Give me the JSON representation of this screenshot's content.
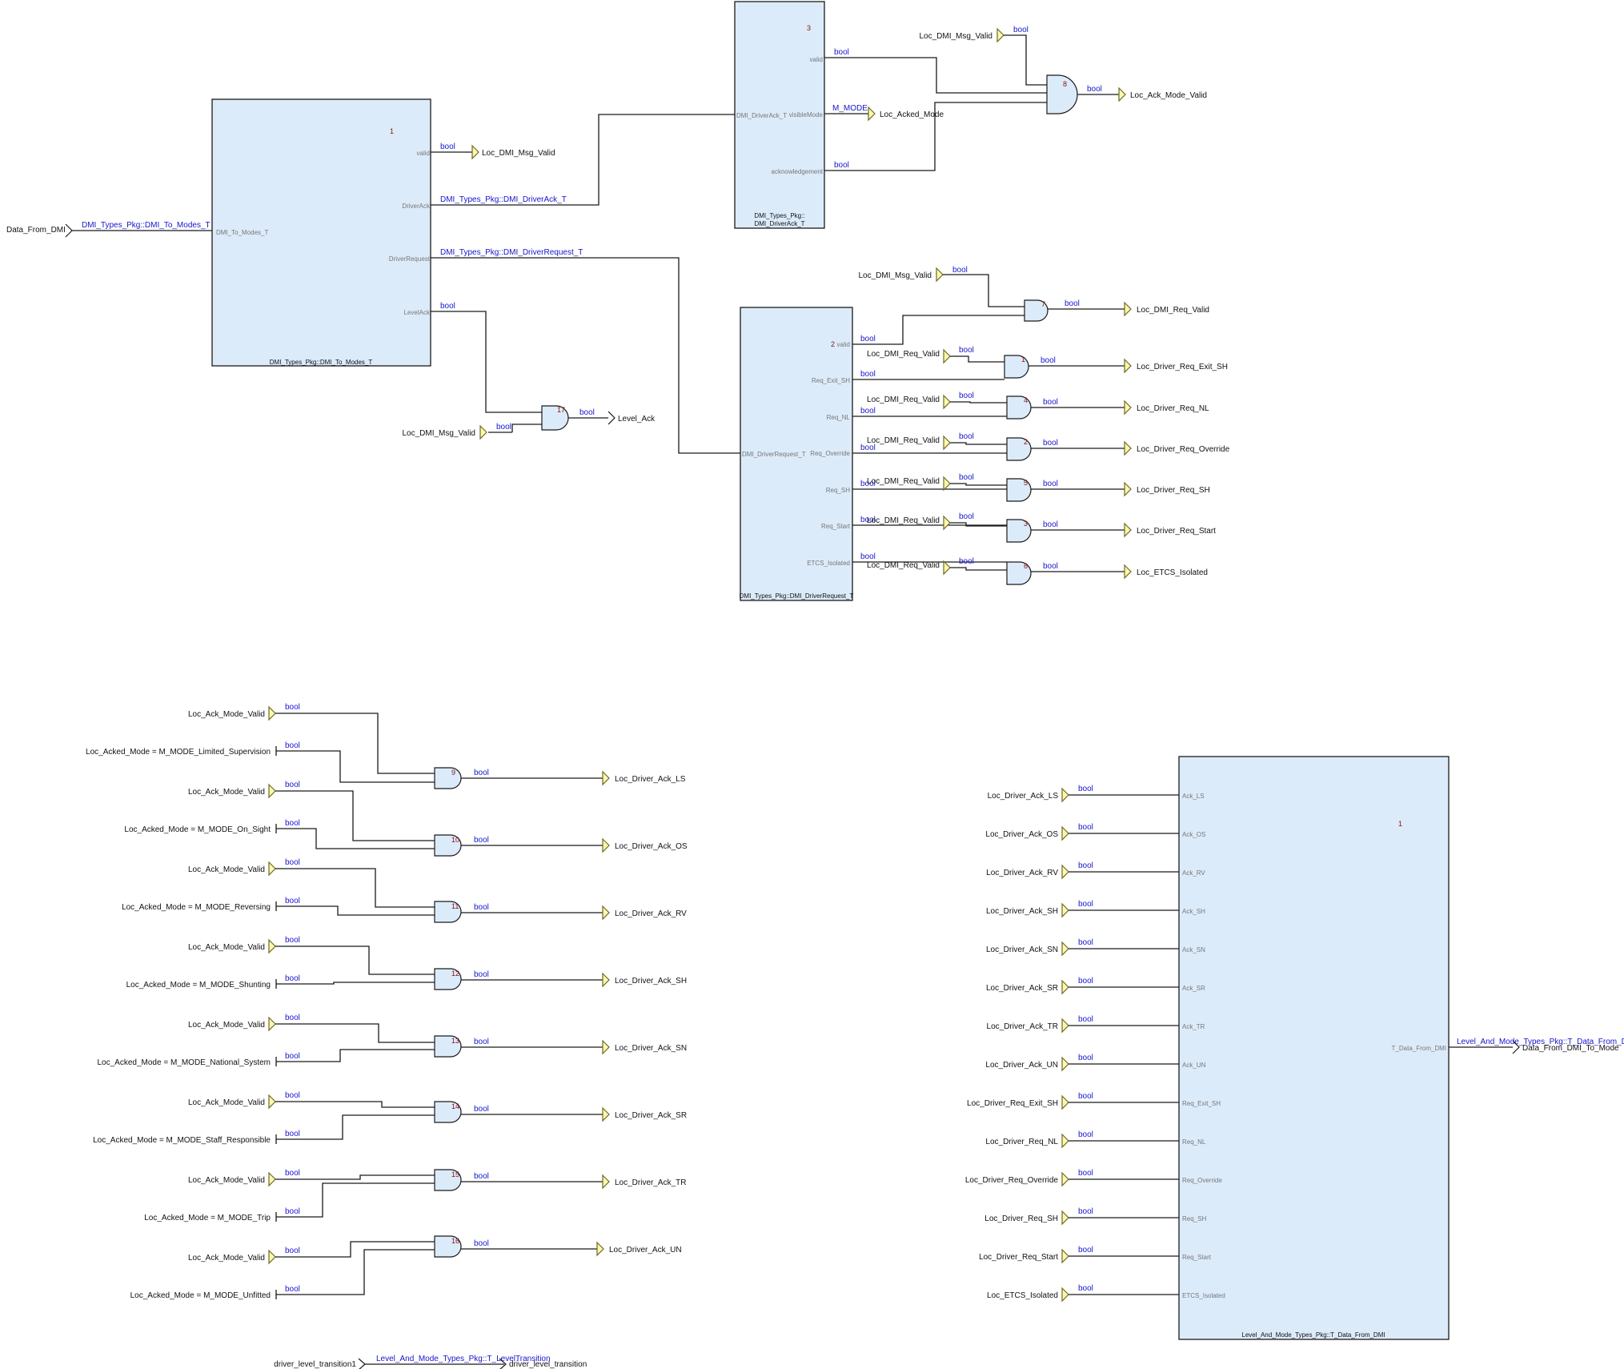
{
  "colors": {
    "block_fill": "#dcebfa",
    "flow_type": "#1515cc",
    "instance_number": "#8a1010",
    "port_label": "#777777",
    "terminator_fill": "#fff7b0"
  },
  "inputs": {
    "data_from_dmi": "Data_From_DMI",
    "driver_level_transition1": "driver_level_transition1"
  },
  "types": {
    "to_modes": "DMI_Types_Pkg::DMI_To_Modes_T",
    "driver_ack": "DMI_Types_Pkg::DMI_DriverAck_T",
    "driver_request": "DMI_Types_Pkg::DMI_DriverRequest_T",
    "bool": "bool",
    "m_mode": "M_MODE",
    "level_transition": "Level_And_Mode_Types_Pkg::T_LevelTransition",
    "t_data_from_dmi": "Level_And_Mode_Types_Pkg::T_Data_From_DMI"
  },
  "block1": {
    "number": "1",
    "name": "DMI_Types_Pkg::DMI_To_Modes_T",
    "in_port": "DMI_To_Modes_T",
    "out_ports": [
      "valid",
      "DriverAck",
      "DriverRequest",
      "LevelAck"
    ]
  },
  "block3": {
    "number": "3",
    "name": [
      "DMI_Types_Pkg::",
      "DMI_DriverAck_T"
    ],
    "in_port": "DMI_DriverAck_T",
    "out_ports": [
      "valid",
      "visibleMode",
      "acknowledgement"
    ]
  },
  "block2": {
    "number": "2",
    "name": "DMI_Types_Pkg::DMI_DriverRequest_T",
    "in_port": "DMI_DriverRequest_T",
    "out_ports": [
      "valid",
      "Req_Exit_SH",
      "Req_NL",
      "Req_Override",
      "Req_SH",
      "Req_Start",
      "ETCS_Isolated"
    ]
  },
  "block_out": {
    "number": "1",
    "name": "Level_And_Mode_Types_Pkg::T_Data_From_DMI",
    "in_ports": [
      "Ack_LS",
      "Ack_OS",
      "Ack_RV",
      "Ack_SH",
      "Ack_SN",
      "Ack_SR",
      "Ack_TR",
      "Ack_UN",
      "Req_Exit_SH",
      "Req_NL",
      "Req_Override",
      "Req_SH",
      "Req_Start",
      "ETCS_Isolated"
    ],
    "out_port": "T_Data_From_DMI"
  },
  "locals": {
    "msg_valid": "Loc_DMI_Msg_Valid",
    "acked_mode": "Loc_Acked_Mode",
    "ack_mode_valid": "Loc_Ack_Mode_Valid",
    "level_ack": "Level_Ack",
    "req_valid": "Loc_DMI_Req_Valid"
  },
  "gate_numbers": {
    "g8": "8",
    "g17": "17",
    "g7": "7",
    "g1": "1",
    "g4": "4",
    "g2": "2",
    "g5": "5",
    "g3": "3",
    "g6": "6"
  },
  "req_outputs": [
    "Loc_Driver_Req_Exit_SH",
    "Loc_Driver_Req_NL",
    "Loc_Driver_Req_Override",
    "Loc_Driver_Req_SH",
    "Loc_Driver_Req_Start",
    "Loc_ETCS_Isolated"
  ],
  "ack_groups": [
    {
      "gate": "9",
      "mode": "Loc_Acked_Mode = M_MODE_Limited_Supervision",
      "out": "Loc_Driver_Ack_LS"
    },
    {
      "gate": "10",
      "mode": "Loc_Acked_Mode = M_MODE_On_Sight",
      "out": "Loc_Driver_Ack_OS"
    },
    {
      "gate": "11",
      "mode": "Loc_Acked_Mode = M_MODE_Reversing",
      "out": "Loc_Driver_Ack_RV"
    },
    {
      "gate": "12",
      "mode": "Loc_Acked_Mode = M_MODE_Shunting",
      "out": "Loc_Driver_Ack_SH"
    },
    {
      "gate": "13",
      "mode": "Loc_Acked_Mode = M_MODE_National_System",
      "out": "Loc_Driver_Ack_SN"
    },
    {
      "gate": "14",
      "mode": "Loc_Acked_Mode = M_MODE_Staff_Responsible",
      "out": "Loc_Driver_Ack_SR"
    },
    {
      "gate": "15",
      "mode": "Loc_Acked_Mode = M_MODE_Trip",
      "out": "Loc_Driver_Ack_TR"
    },
    {
      "gate": "16",
      "mode": "Loc_Acked_Mode = M_MODE_Unfitted",
      "out": "Loc_Driver_Ack_UN"
    }
  ],
  "final_inputs": [
    "Loc_Driver_Ack_LS",
    "Loc_Driver_Ack_OS",
    "Loc_Driver_Ack_RV",
    "Loc_Driver_Ack_SH",
    "Loc_Driver_Ack_SN",
    "Loc_Driver_Ack_SR",
    "Loc_Driver_Ack_TR",
    "Loc_Driver_Ack_UN",
    "Loc_Driver_Req_Exit_SH",
    "Loc_Driver_Req_NL",
    "Loc_Driver_Req_Override",
    "Loc_Driver_Req_SH",
    "Loc_Driver_Req_Start",
    "Loc_ETCS_Isolated"
  ],
  "outputs": {
    "data_from_dmi_to_mode": "Data_From_DMI_To_Mode",
    "driver_level_transition": "driver_level_transition"
  }
}
